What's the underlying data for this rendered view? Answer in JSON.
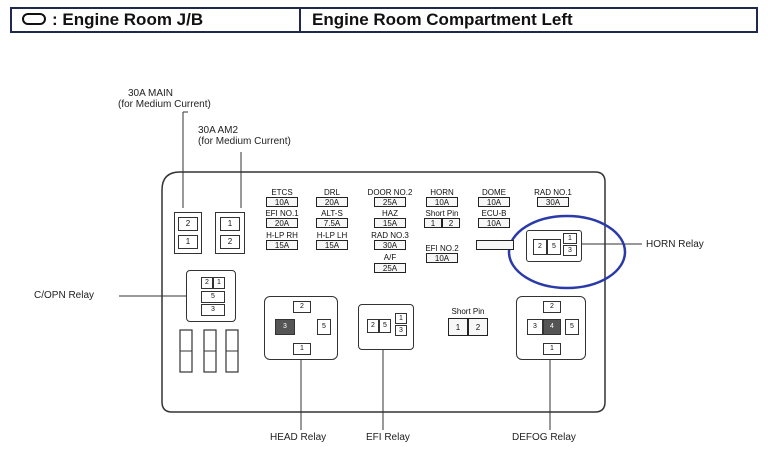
{
  "header": {
    "left_title": ": Engine Room J/B",
    "right_title": "Engine Room Compartment Left"
  },
  "callouts": {
    "main_30a": "30A MAIN",
    "main_30a_sub": "(for Medium Current)",
    "am2_30a": "30A AM2",
    "am2_30a_sub": "(for Medium Current)"
  },
  "relays": {
    "copn": "C/OPN Relay",
    "horn": "HORN Relay",
    "head": "HEAD Relay",
    "efi": "EFI Relay",
    "defog": "DEFOG Relay"
  },
  "fuses_row1": [
    {
      "name": "ETCS",
      "value": "10A"
    },
    {
      "name": "DRL",
      "value": "20A"
    },
    {
      "name": "DOOR NO.2",
      "value": "25A"
    },
    {
      "name": "HORN",
      "value": "10A"
    },
    {
      "name": "DOME",
      "value": "10A"
    },
    {
      "name": "RAD NO.1",
      "value": "30A"
    }
  ],
  "fuses_row2": [
    {
      "name": "EFI NO.1",
      "value": "20A"
    },
    {
      "name": "ALT-S",
      "value": "7.5A"
    },
    {
      "name": "HAZ",
      "value": "15A"
    },
    {
      "name": "Short Pin",
      "value": ""
    },
    {
      "name": "ECU-B",
      "value": "10A"
    }
  ],
  "fuses_row3": [
    {
      "name": "H-LP RH",
      "value": "15A"
    },
    {
      "name": "H-LP LH",
      "value": "15A"
    },
    {
      "name": "RAD NO.3",
      "value": "30A"
    },
    {
      "name": "EFI NO.2",
      "value": "10A"
    }
  ],
  "fuse_af": {
    "name": "A/F",
    "value": "25A"
  },
  "short_pin": {
    "label": "Short Pin",
    "pin1": "1",
    "pin2": "2"
  },
  "short_pin_row2": {
    "pin1": "1",
    "pin2": "2"
  },
  "main_block": {
    "pin_top": "2",
    "pin_bottom": "1"
  },
  "am2_block": {
    "pin_top": "1",
    "pin_bottom": "2"
  },
  "relay_pins": {
    "copn": [
      "2",
      "1",
      "5",
      "3"
    ],
    "horn": [
      "2",
      "5",
      "1",
      "3"
    ],
    "head": [
      "2",
      "3",
      "5",
      "1"
    ],
    "efi": [
      "2",
      "5",
      "1",
      "3"
    ],
    "defog": [
      "2",
      "3",
      "4",
      "5",
      "1"
    ]
  },
  "colors": {
    "highlight": "#2a3aa8",
    "outline": "#333333",
    "header_border": "#1f2a4a"
  }
}
